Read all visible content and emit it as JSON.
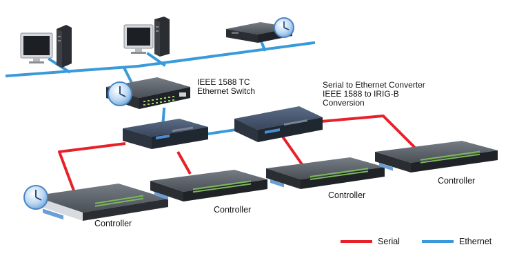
{
  "labels": {
    "tc_switch": [
      "IEEE 1588 TC",
      "Ethernet Switch"
    ],
    "converter": [
      "Serial to Ethernet Converter",
      "IEEE 1588 to IRIG-B",
      "Conversion"
    ],
    "controllers": [
      "Controller",
      "Controller",
      "Controller",
      "Controller"
    ]
  },
  "legend": [
    {
      "label": "Serial",
      "color": "#e8202a"
    },
    {
      "label": "Ethernet",
      "color": "#3a9ad9"
    }
  ],
  "colors": {
    "serial": "#e8202a",
    "ethernet": "#3a9ad9",
    "device_top": "#5a6068",
    "device_front": "#2a2e33",
    "clock_face": "#cfe3f7",
    "clock_rim": "#4a84c4"
  },
  "icons": [
    "workstation-icon",
    "workstation-icon",
    "time-server-icon",
    "clock-icon"
  ]
}
